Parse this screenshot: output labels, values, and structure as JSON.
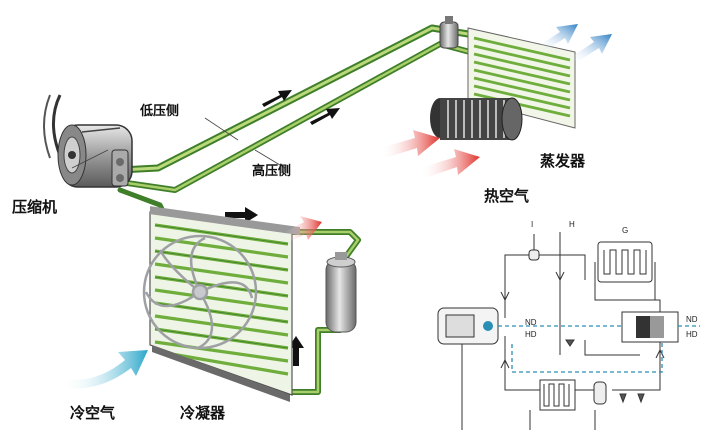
{
  "labels": {
    "compressor": "压缩机",
    "low_side": "低压侧",
    "high_side": "高压侧",
    "evaporator": "蒸发器",
    "hot_air": "热空气",
    "cold_air": "冷空气",
    "condenser": "冷凝器"
  },
  "schematic": {
    "tag_i": "I",
    "tag_h": "H",
    "tag_g": "G",
    "nd_left": "ND",
    "hd_left": "HD",
    "nd_right": "ND",
    "hd_right": "HD"
  },
  "colors": {
    "pipe_green": "#3f7f2a",
    "pipe_light": "#a9cf6a",
    "coil_green": "#6fae3d",
    "hot_arrow": "#e0302a",
    "cold_arrow": "#2aa6c9",
    "flow_arrow": "#111111",
    "schematic_dash": "#2a8fb5"
  },
  "icons": [
    "compressor-icon",
    "condenser-icon",
    "fan-icon",
    "evaporator-icon",
    "blower-icon",
    "receiver-drier-icon",
    "expansion-valve-icon"
  ]
}
